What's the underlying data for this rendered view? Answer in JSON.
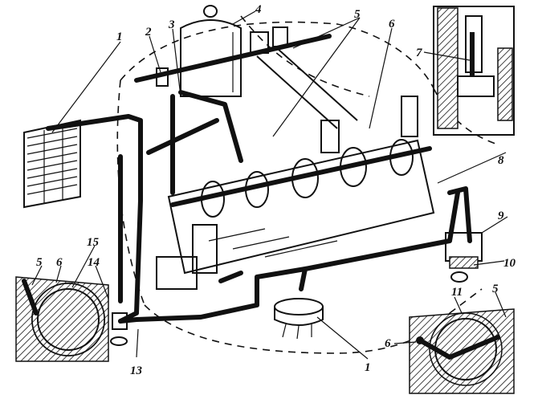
{
  "callouts": {
    "c1_top": "1",
    "c2": "2",
    "c3": "3",
    "c4": "4",
    "c5_top": "5",
    "c6_top": "6",
    "c7": "7",
    "c8": "8",
    "c9": "9",
    "c10": "10",
    "c11": "11",
    "c5_right": "5",
    "c6_right": "6",
    "c1_bottom": "1",
    "c13": "13",
    "c15": "15",
    "c14": "14",
    "c6_left": "6",
    "c5_left": "5"
  }
}
